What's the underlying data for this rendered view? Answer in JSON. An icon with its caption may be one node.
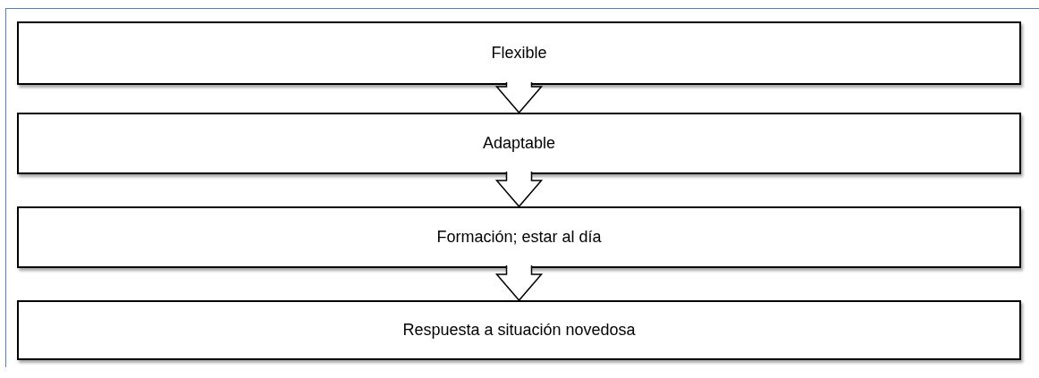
{
  "diagram": {
    "nodes": [
      {
        "text": [
          "Flexible"
        ]
      },
      {
        "text": [
          "Adaptable"
        ]
      },
      {
        "text": [
          "Formación; estar al día"
        ]
      },
      {
        "text": [
          "Respuesta a situación novedosa"
        ]
      }
    ],
    "edges": [
      {
        "from": 0,
        "to": 1,
        "arrow": "to"
      },
      {
        "from": 1,
        "to": 2,
        "arrow": "to"
      },
      {
        "from": 2,
        "to": 3,
        "arrow": "to"
      }
    ]
  }
}
